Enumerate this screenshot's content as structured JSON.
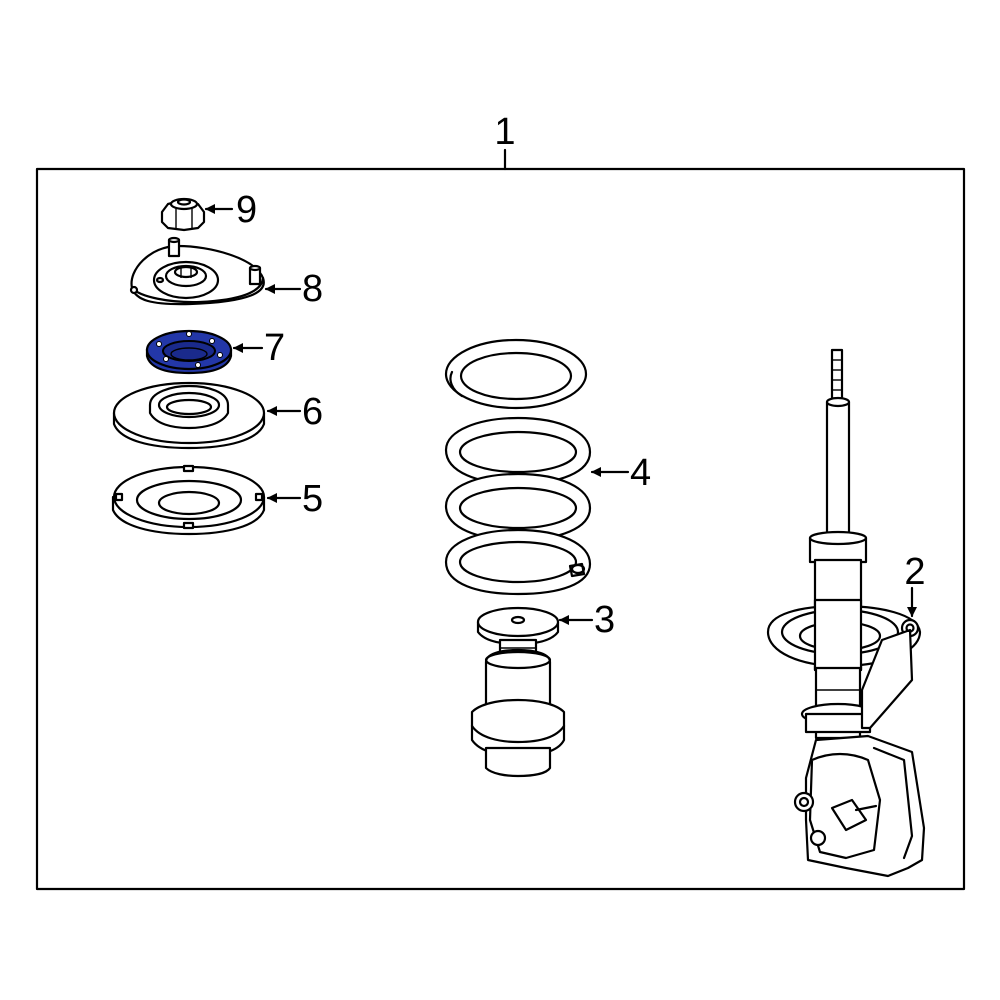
{
  "colors": {
    "line": "#000000",
    "background": "#ffffff",
    "highlight": "#2337a8"
  },
  "callouts": {
    "assembly": "1",
    "strut": "2",
    "bump_stop": "3",
    "coil_spring": "4",
    "lower_seat": "5",
    "upper_seat": "6",
    "bearing": "7",
    "mount": "8",
    "nut": "9"
  },
  "highlighted_part": "7"
}
